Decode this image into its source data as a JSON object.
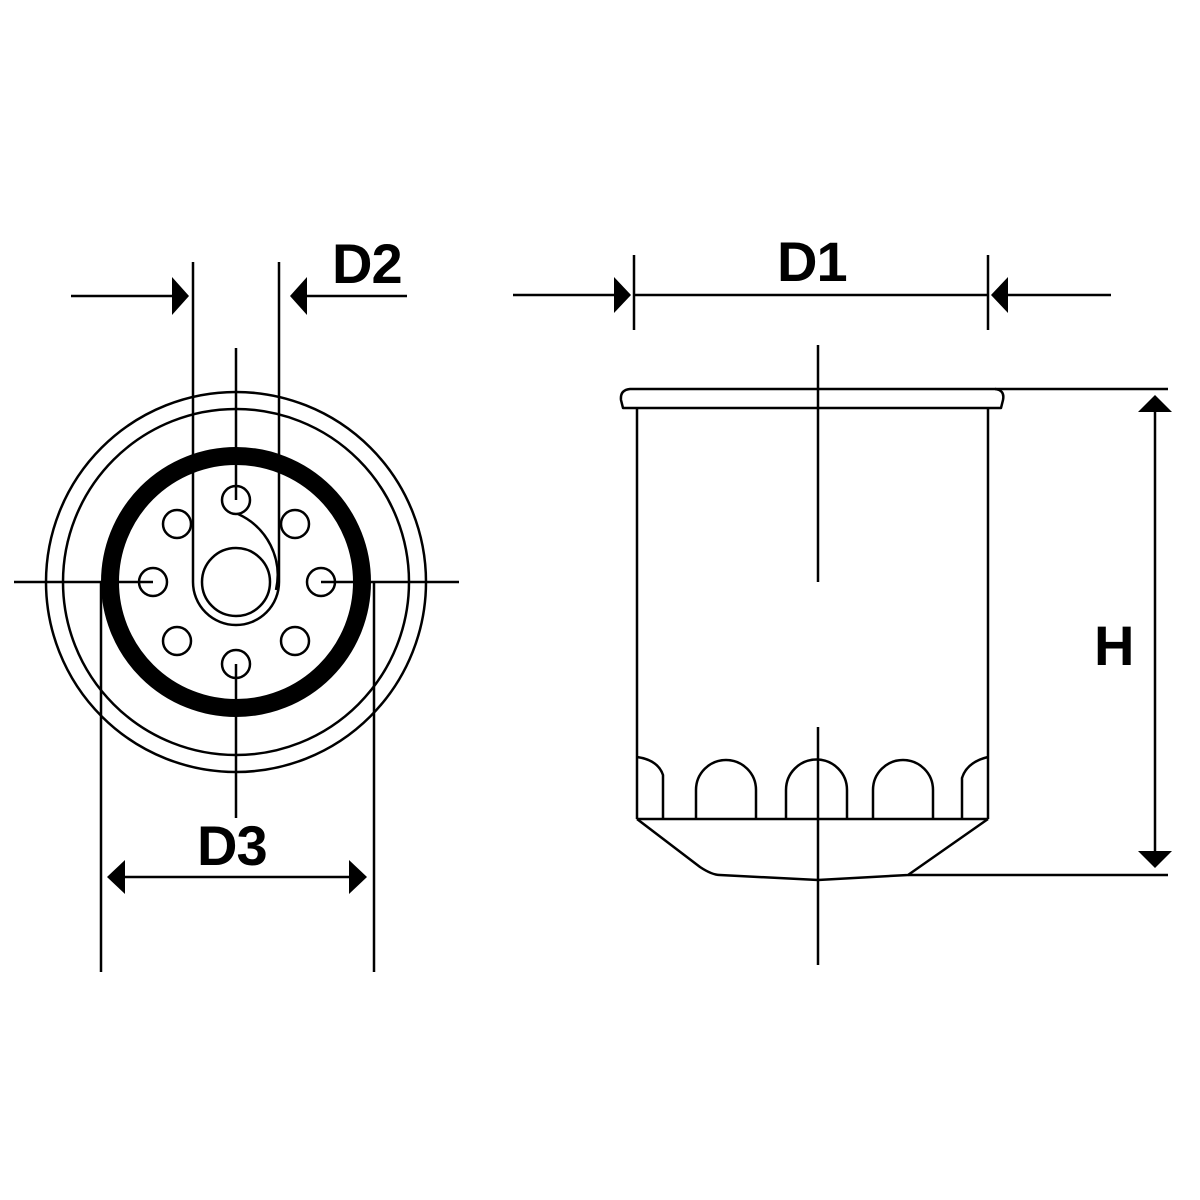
{
  "diagram": {
    "subject": "Spin-on oil filter dimension drawing",
    "views": {
      "bottom": {
        "name": "Bottom view (gasket and threaded center bore)"
      },
      "side": {
        "name": "Side view (filter can)"
      }
    },
    "dimensions": {
      "d1": {
        "label": "D1",
        "meaning": "Outer diameter of filter body"
      },
      "d2": {
        "label": "D2",
        "meaning": "Center thread/bore diameter"
      },
      "d3": {
        "label": "D3",
        "meaning": "Gasket diameter"
      },
      "h": {
        "label": "H",
        "meaning": "Overall height"
      }
    },
    "colors": {
      "line": "#000000",
      "background": "#ffffff"
    },
    "bottom_view": {
      "hole_count": 8
    },
    "side_view": {
      "slot_count": 3
    }
  }
}
